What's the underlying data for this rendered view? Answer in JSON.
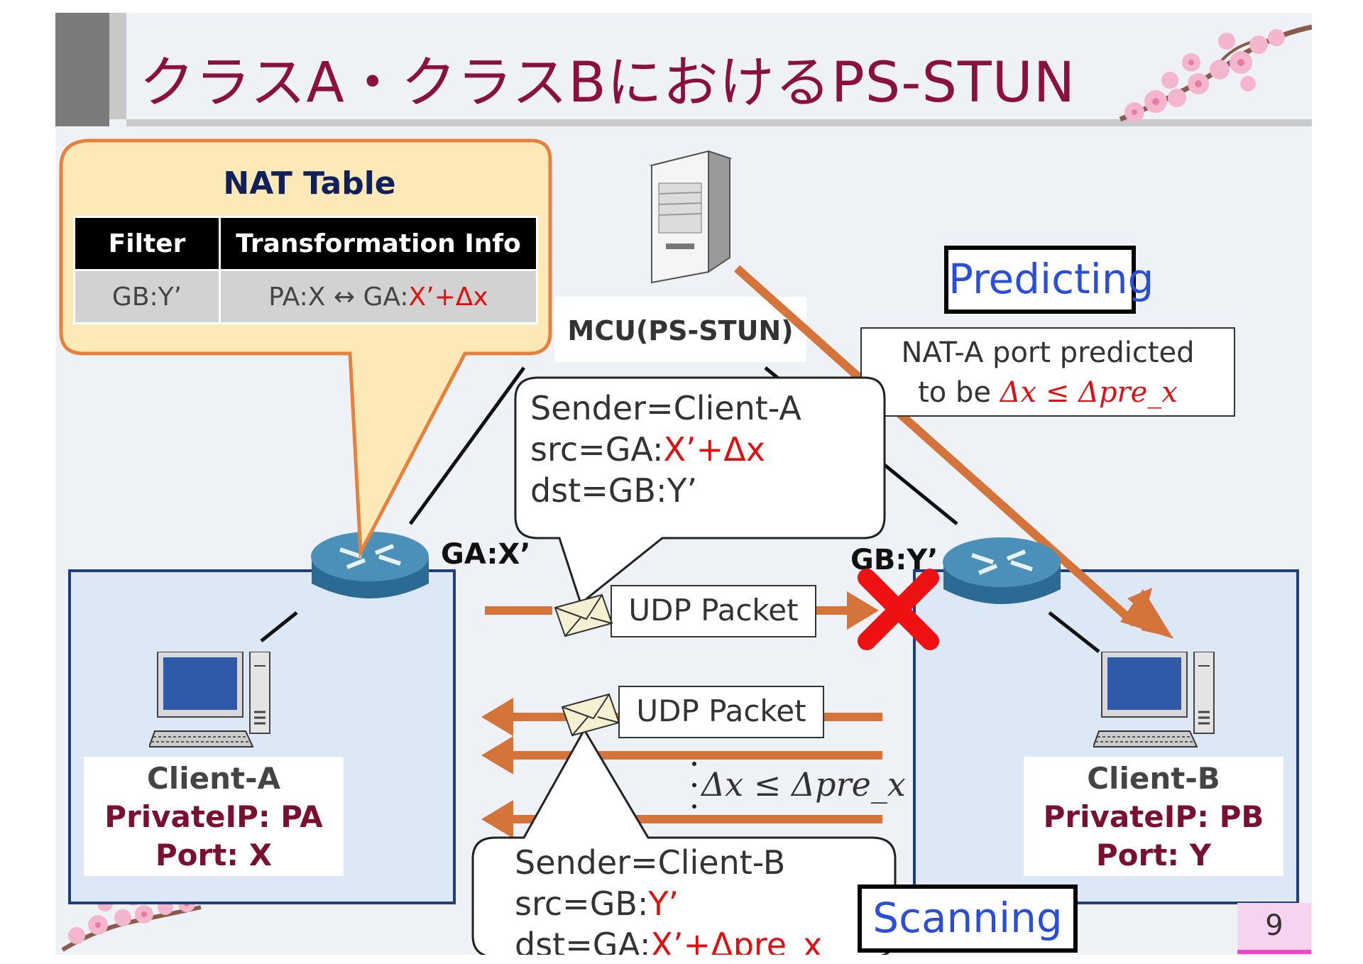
{
  "title": "クラスA・クラスBにおけるPS-STUN",
  "nat_table": {
    "title": "NAT Table",
    "headers": [
      "Filter",
      "Transformation Info"
    ],
    "row": {
      "filter": "GB:Y’",
      "trans_prefix": "PA:X ↔ GA:",
      "trans_red": "X’+Δx"
    }
  },
  "mcu_label": "MCU(PS-STUN)",
  "stage_predicting": "Predicting",
  "prediction_box": {
    "line1": "NAT-A port predicted",
    "line2_prefix": "to be ",
    "line2_math": "Δx ≤ Δpre_x"
  },
  "callout_top": {
    "line1": "Sender=Client-A",
    "line2_prefix": "src=GA:",
    "line2_red": "X’+Δx",
    "line3": "dst=GB:Y’"
  },
  "gateway_a": "GA:X’",
  "gateway_b": "GB:Y’",
  "udp_packet_top": "UDP Packet",
  "udp_packet_bottom": "UDP Packet",
  "scan_range": "Δx ≤ Δpre_x",
  "client_a": {
    "name": "Client-A",
    "ip": "PrivateIP: PA",
    "port": "Port: X"
  },
  "client_b": {
    "name": "Client-B",
    "ip": "PrivateIP: PB",
    "port": "Port: Y"
  },
  "callout_bottom": {
    "line1": "Sender=Client-B",
    "line2_prefix": "src=GB:",
    "line2_red": "Y’",
    "line3_prefix": "dst=GA:",
    "line3_red": "X’+Δpre_x"
  },
  "stage_scanning": "Scanning",
  "page_number": "9",
  "colors": {
    "title": "#8a1040",
    "arrow": "#d4733a",
    "lan_border": "#1f3f7a",
    "stage_text": "#2a4fd6",
    "highlight_red": "#e01010"
  },
  "icons": [
    "server-icon",
    "router-icon",
    "desktop-computer-icon",
    "envelope-icon",
    "block-x-icon",
    "cherry-blossom-icon"
  ]
}
